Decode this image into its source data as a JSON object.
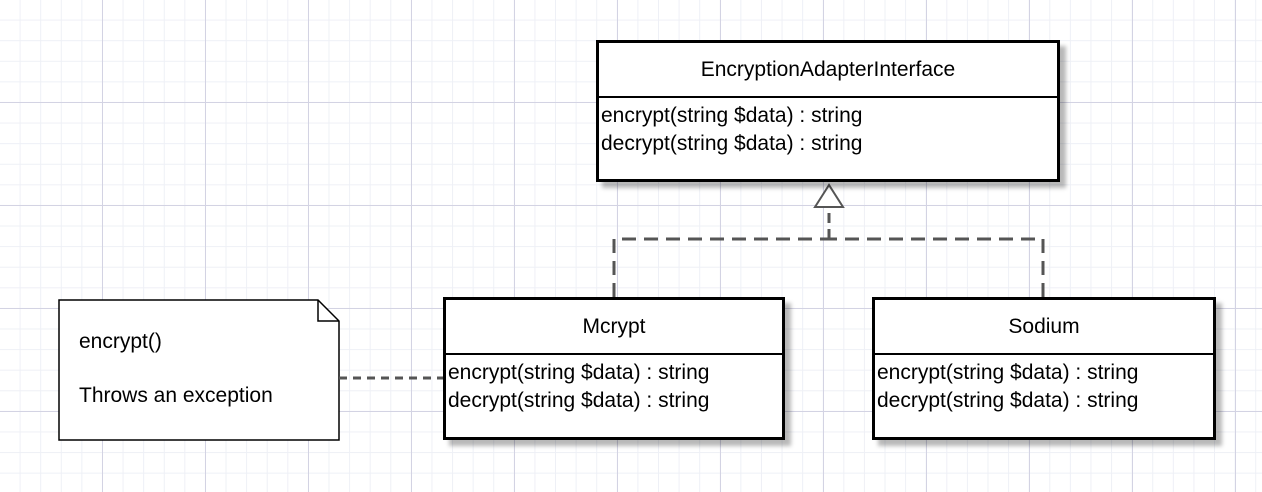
{
  "colors": {
    "stroke": "#000000",
    "fill": "#ffffff",
    "grid_major": "#d3d3e3",
    "grid_minor": "#eef0f6"
  },
  "classes": {
    "interface": {
      "name": "EncryptionAdapterInterface",
      "operations": [
        "encrypt(string $data) : string",
        "decrypt(string $data) : string"
      ]
    },
    "mcrypt": {
      "name": "Mcrypt",
      "operations": [
        "encrypt(string $data) : string",
        "decrypt(string $data) : string"
      ]
    },
    "sodium": {
      "name": "Sodium",
      "operations": [
        "encrypt(string $data) : string",
        "decrypt(string $data) : string"
      ]
    }
  },
  "note": {
    "title": "encrypt()",
    "body": "Throws an exception"
  },
  "relations": [
    {
      "type": "realization",
      "from": "mcrypt",
      "to": "interface"
    },
    {
      "type": "realization",
      "from": "sodium",
      "to": "interface"
    },
    {
      "type": "note-anchor",
      "from": "note",
      "to": "mcrypt"
    }
  ]
}
